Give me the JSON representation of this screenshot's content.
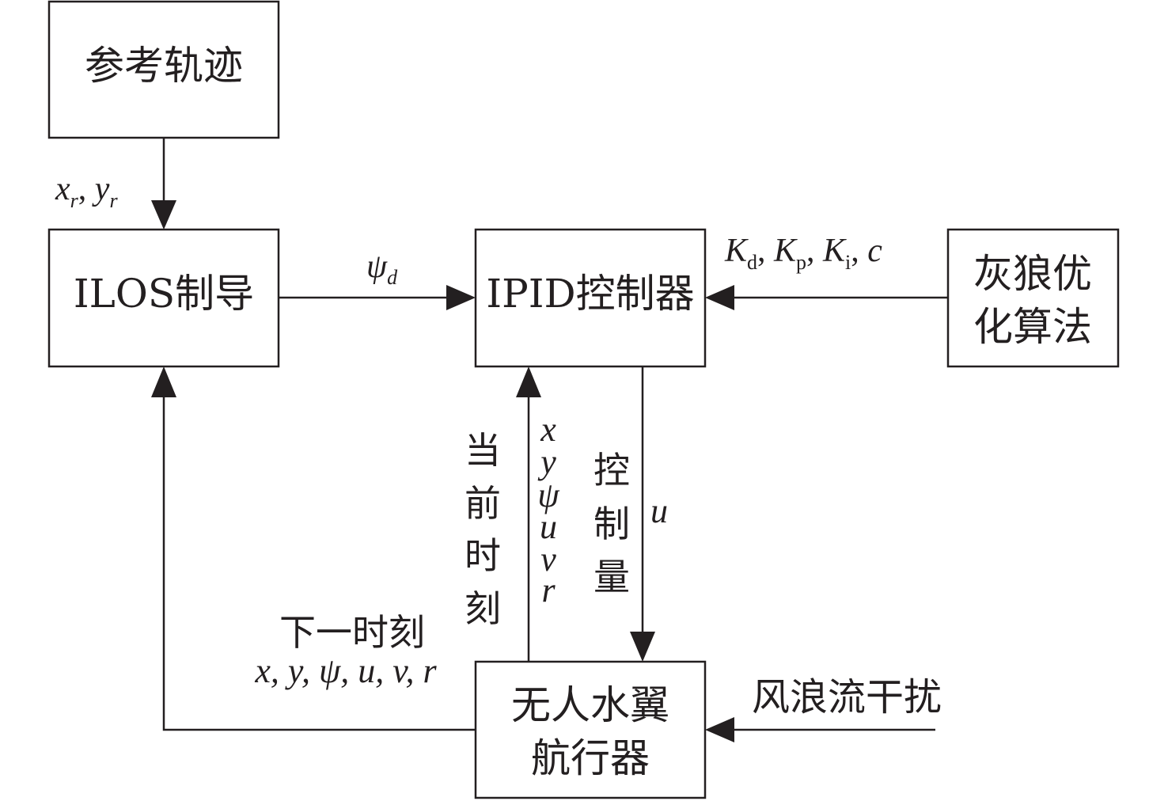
{
  "nodes": {
    "reference": "参考轨迹",
    "ilos": "ILOS制导",
    "ipid": "IPID控制器",
    "gwo_line1": "灰狼优",
    "gwo_line2": "化算法",
    "vehicle_line1": "无人水翼",
    "vehicle_line2": "航行器"
  },
  "labels": {
    "xr_x": "x",
    "xr_r": "r",
    "xr_sep": ", ",
    "xr_y": "y",
    "xr_r2": "r",
    "psi_d_base": "ψ",
    "psi_d_sub": "d",
    "gains_K": "K",
    "gains_d": "d",
    "gains_p": "p",
    "gains_i": "i",
    "gains_c": "c",
    "comma": ", ",
    "control_1": "控",
    "control_2": "制",
    "control_3": "量",
    "u": "u",
    "current_1": "当",
    "current_2": "前",
    "current_3": "时",
    "current_4": "刻",
    "state_x": "x",
    "state_y": "y",
    "state_psi": "ψ",
    "state_u": "u",
    "state_v": "v",
    "state_r": "r",
    "next_moment": "下一时刻",
    "next_state": "x, y, ψ, u, v, r",
    "disturbance": "风浪流干扰"
  }
}
